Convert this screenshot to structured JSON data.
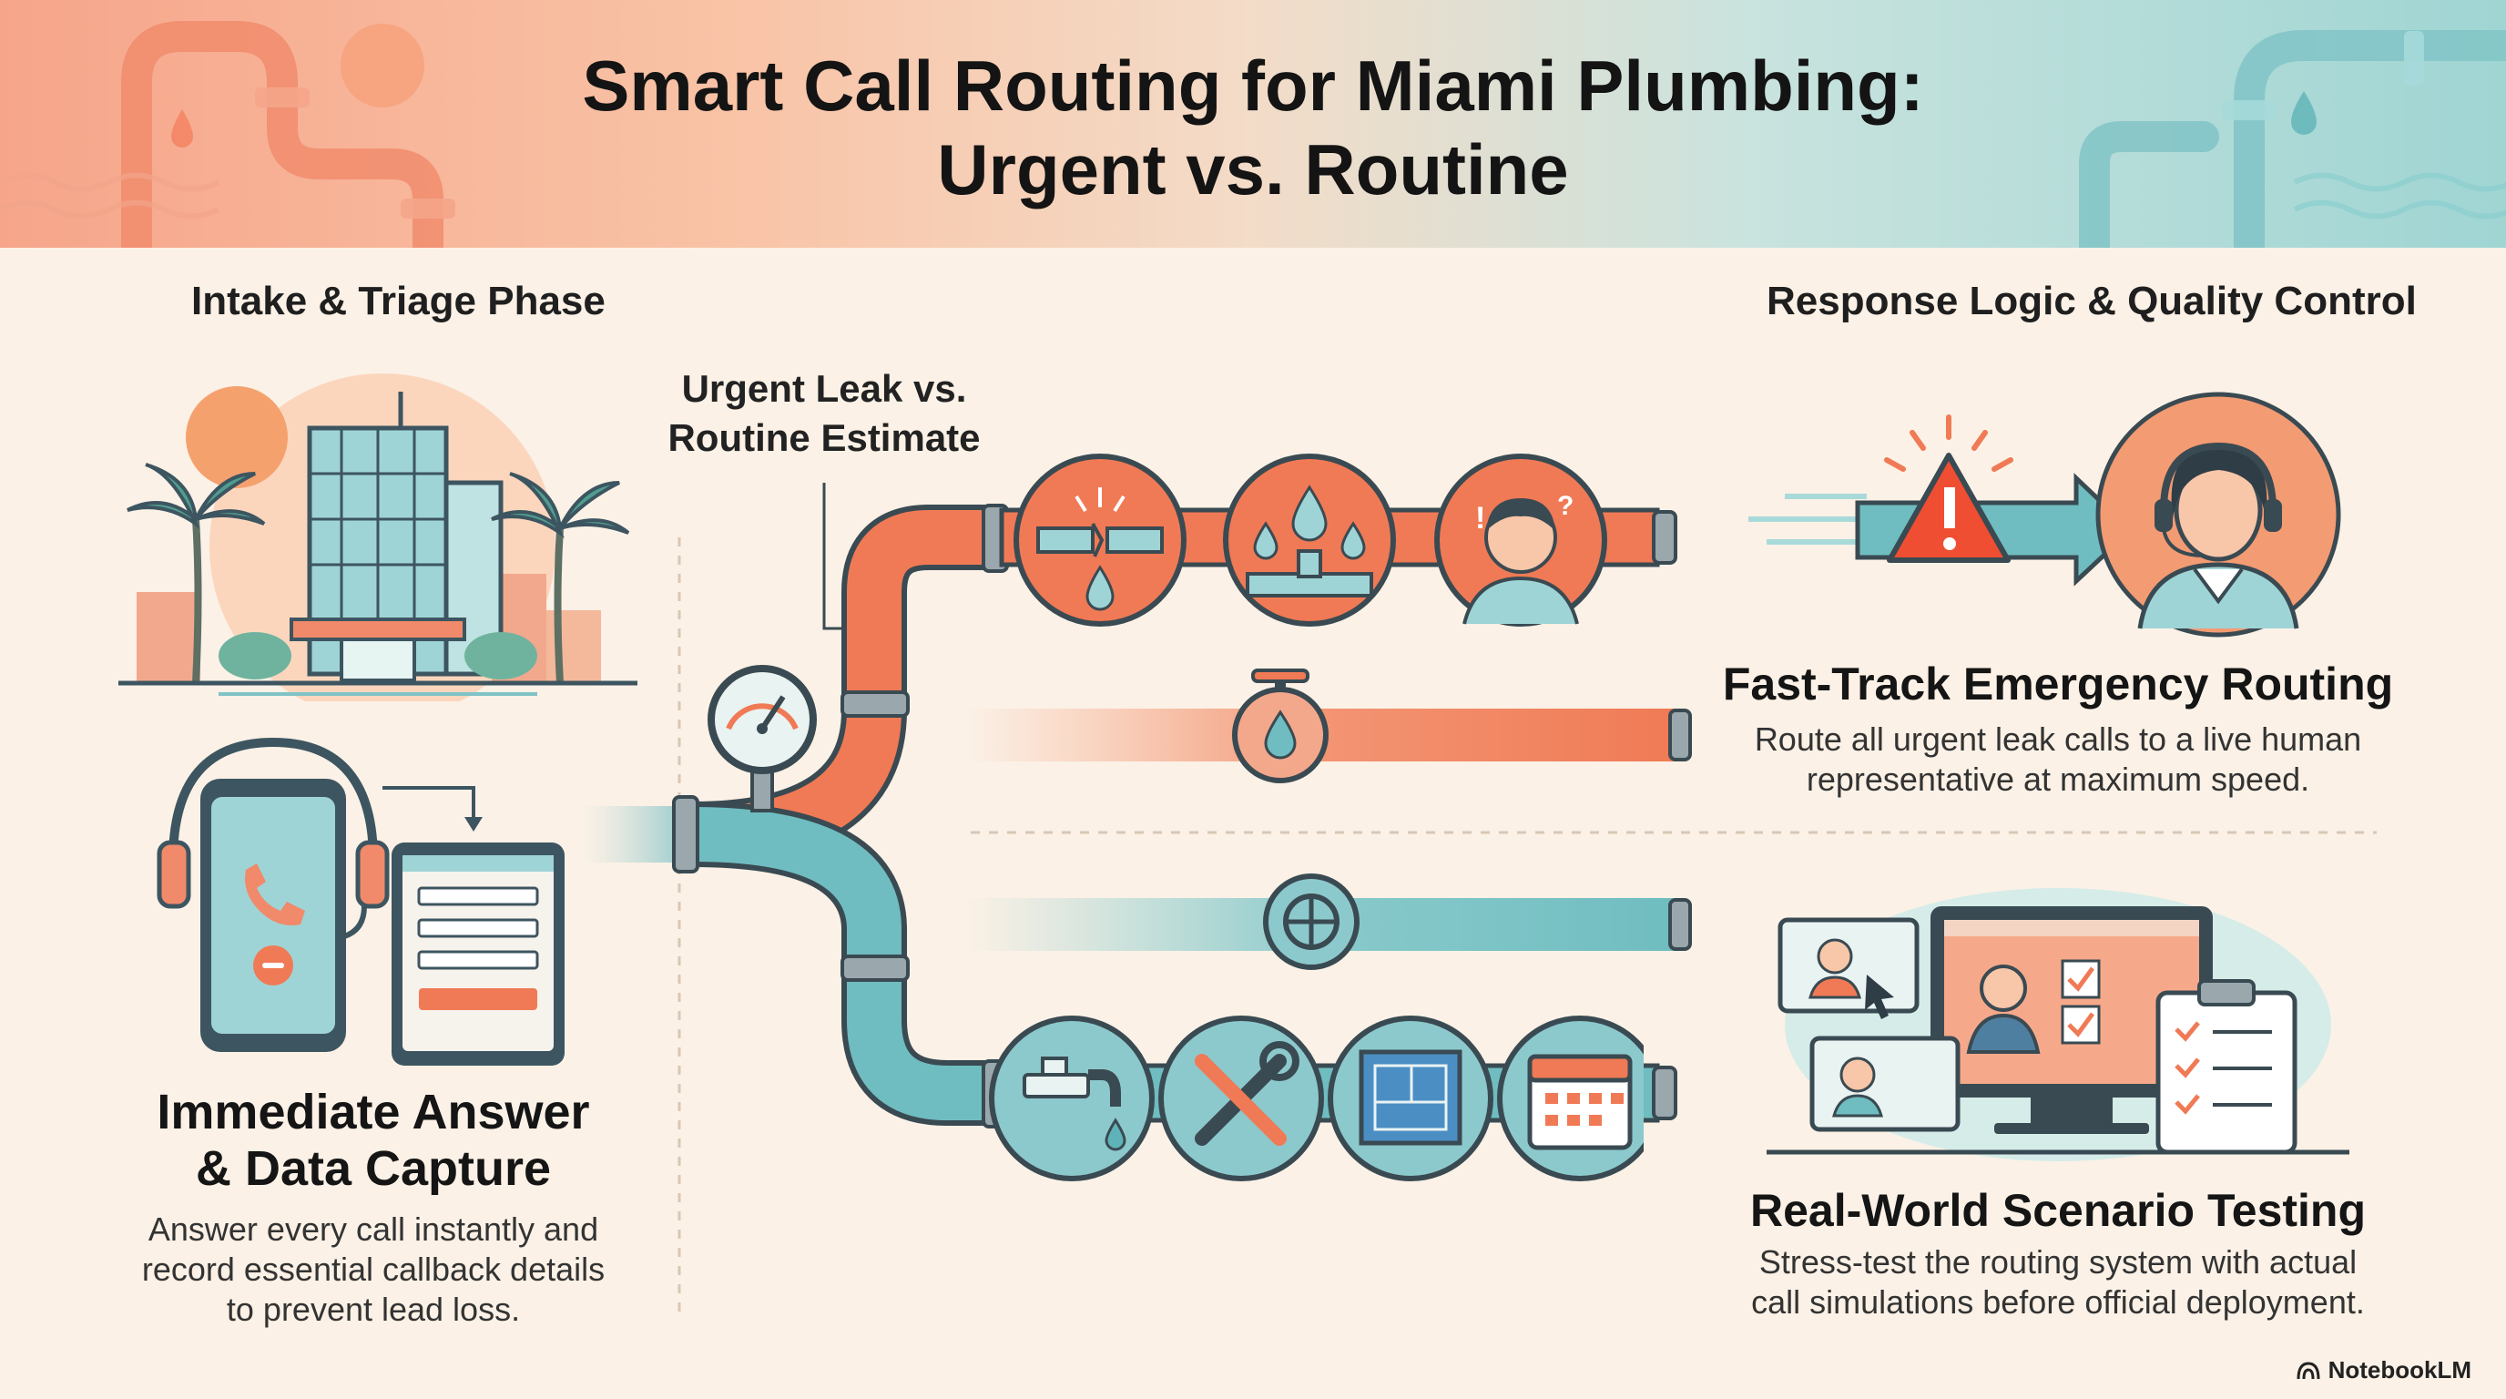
{
  "header": {
    "title_line1": "Smart Call Routing for Miami Plumbing:",
    "title_line2": "Urgent vs. Routine"
  },
  "left": {
    "label": "Intake & Triage Phase",
    "heading_line1": "Immediate Answer",
    "heading_line2": "& Data Capture",
    "desc_line1": "Answer every call instantly and",
    "desc_line2": "record essential callback details",
    "desc_line3": "to prevent lead loss."
  },
  "middle": {
    "label_line1": "Urgent Leak vs.",
    "label_line2": "Routine Estimate"
  },
  "right": {
    "label": "Response Logic & Quality Control",
    "top": {
      "heading": "Fast-Track Emergency Routing",
      "desc_line1": "Route all urgent leak calls to a live human",
      "desc_line2": "representative at maximum speed."
    },
    "bottom": {
      "heading": "Real-World Scenario Testing",
      "desc_line1": "Stress-test the routing system with actual",
      "desc_line2": "call simulations before official deployment."
    }
  },
  "icons": {
    "urgent": [
      "broken-pipe-icon",
      "water-spray-icon",
      "worried-person-icon"
    ],
    "routine": [
      "faucet-icon",
      "tools-icon",
      "blueprint-icon",
      "calendar-icon"
    ]
  },
  "colors": {
    "urgent": "#f07a55",
    "routine": "#6fbdc0",
    "dark": "#2f4550",
    "background": "#fbf1e6"
  },
  "brand": "NotebookLM"
}
